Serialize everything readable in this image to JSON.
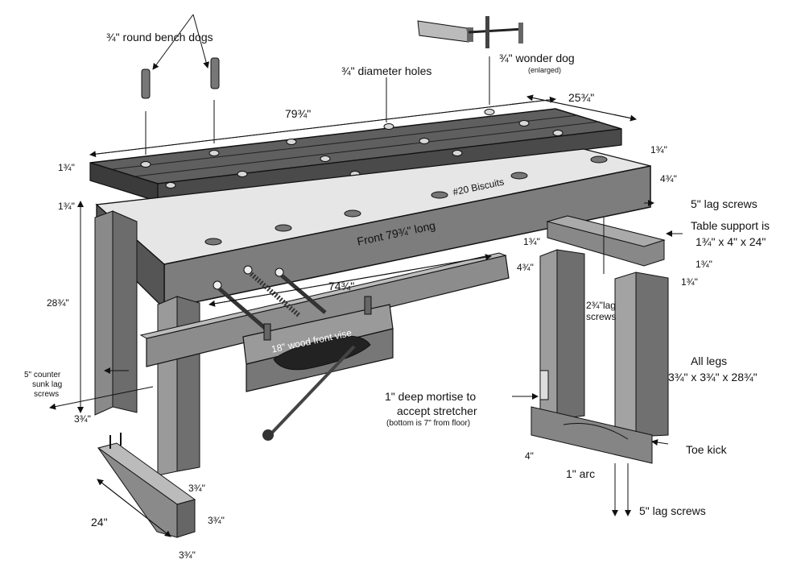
{
  "labels": {
    "bench_dogs": "¾\" round bench dogs",
    "diameter_holes": "¾\" diameter holes",
    "wonder_dog": "¾\" wonder dog",
    "wonder_dog_note": "(enlarged)",
    "top_length": "79¾\"",
    "top_width": "25¾\"",
    "top_thickness": "1¾\"",
    "apron_thickness": "1¾\"",
    "apron_height": "4¾\"",
    "bench_height": "28¾\"",
    "biscuits": "#20 Biscuits",
    "front_apron": "Front 79¾\" long",
    "stretcher_thickness": "1¾\"",
    "stretcher_height": "4¾\"",
    "stretcher_length": "74¾\"",
    "lag_screws_top": "5\" lag screws",
    "table_support_line1": "Table support is",
    "table_support_line2": "1¾\" x 4\" x 24\"",
    "support_dim_a": "1¾\"",
    "support_dim_b": "1¾\"",
    "lag_2in_line1": "2¾\"lag",
    "lag_2in_line2": "screws",
    "all_legs_line1": "All legs",
    "all_legs_line2": "3¾\" x 3¾\" x 28¾\"",
    "vise": "18\" wood front vise",
    "counter_sunk_line1": "5\" counter",
    "counter_sunk_line2": "sunk lag",
    "counter_sunk_line3": "screws",
    "leg_dim_left": "3¾\"",
    "mortise_line1": "1\" deep mortise to",
    "mortise_line2": "accept stretcher",
    "mortise_line3": "(bottom is 7\" from floor)",
    "toe_kick": "Toe kick",
    "four_in": "4\"",
    "one_in_arc": "1\" arc",
    "lag_screws_bottom": "5\" lag screws",
    "kick_length": "24\"",
    "kick_width": "3¾\"",
    "kick_height": "3¾\"",
    "kick_depth": "3¾\""
  }
}
